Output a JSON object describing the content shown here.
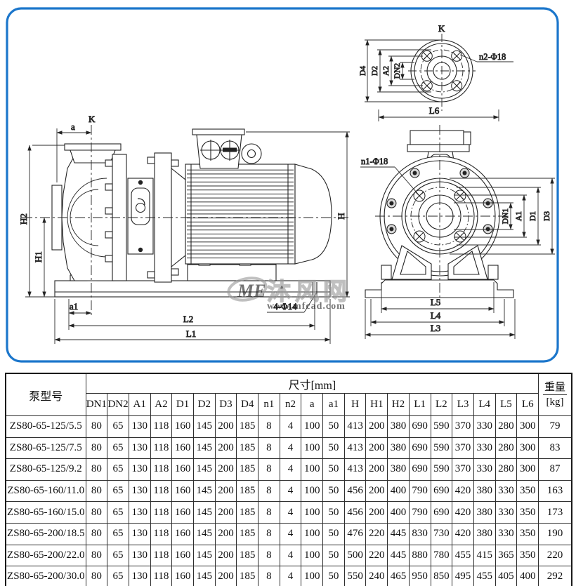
{
  "drawing": {
    "side_view": {
      "k": "K",
      "a": "a",
      "h2": "H2",
      "h1": "H1",
      "h": "H",
      "a1": "a1",
      "l2": "L2",
      "l1": "L1",
      "holes": "4-Φ14"
    },
    "flange_view": {
      "k": "K",
      "d4": "D4",
      "d2": "D2",
      "a2": "A2",
      "dn2": "DN2",
      "holes": "n2-Φ18",
      "l6": "L6"
    },
    "front_view": {
      "holes": "n1-Φ18",
      "dn1": "DN1",
      "a1": "A1",
      "d1": "D1",
      "d3": "D3",
      "l5": "L5",
      "l4": "L4",
      "l3": "L3"
    },
    "watermark": {
      "logo": "ME",
      "brand": "沐风网",
      "site": "www.mfcad.com"
    },
    "border_color": "#1b76cb"
  },
  "table": {
    "model_header": "泵型号",
    "size_header": "尺寸[mm]",
    "weight_header": "重量",
    "weight_unit": "[kg]",
    "columns": [
      "DN1",
      "DN2",
      "A1",
      "A2",
      "D1",
      "D2",
      "D3",
      "D4",
      "n1",
      "n2",
      "a",
      "a1",
      "H",
      "H1",
      "H2",
      "L1",
      "L2",
      "L3",
      "L4",
      "L5",
      "L6"
    ],
    "rows": [
      {
        "model": "ZS80-65-125/5.5",
        "values": [
          "80",
          "65",
          "130",
          "118",
          "160",
          "145",
          "200",
          "185",
          "8",
          "4",
          "100",
          "50",
          "413",
          "200",
          "380",
          "690",
          "590",
          "370",
          "330",
          "280",
          "300"
        ],
        "weight": "79"
      },
      {
        "model": "ZS80-65-125/7.5",
        "values": [
          "80",
          "65",
          "130",
          "118",
          "160",
          "145",
          "200",
          "185",
          "8",
          "4",
          "100",
          "50",
          "413",
          "200",
          "380",
          "690",
          "590",
          "370",
          "330",
          "280",
          "300"
        ],
        "weight": "83"
      },
      {
        "model": "ZS80-65-125/9.2",
        "values": [
          "80",
          "65",
          "130",
          "118",
          "160",
          "145",
          "200",
          "185",
          "8",
          "4",
          "100",
          "50",
          "413",
          "200",
          "380",
          "690",
          "590",
          "370",
          "330",
          "280",
          "300"
        ],
        "weight": "87"
      },
      {
        "model": "ZS80-65-160/11.0",
        "values": [
          "80",
          "65",
          "130",
          "118",
          "160",
          "145",
          "200",
          "185",
          "8",
          "4",
          "100",
          "50",
          "456",
          "200",
          "400",
          "790",
          "690",
          "420",
          "380",
          "330",
          "350"
        ],
        "weight": "163"
      },
      {
        "model": "ZS80-65-160/15.0",
        "values": [
          "80",
          "65",
          "130",
          "118",
          "160",
          "145",
          "200",
          "185",
          "8",
          "4",
          "100",
          "50",
          "456",
          "200",
          "400",
          "790",
          "690",
          "420",
          "380",
          "330",
          "350"
        ],
        "weight": "173"
      },
      {
        "model": "ZS80-65-200/18.5",
        "values": [
          "80",
          "65",
          "130",
          "118",
          "160",
          "145",
          "200",
          "185",
          "8",
          "4",
          "100",
          "50",
          "476",
          "220",
          "445",
          "830",
          "730",
          "420",
          "380",
          "330",
          "350"
        ],
        "weight": "190"
      },
      {
        "model": "ZS80-65-200/22.0",
        "values": [
          "80",
          "65",
          "130",
          "118",
          "160",
          "145",
          "200",
          "185",
          "8",
          "4",
          "100",
          "50",
          "500",
          "220",
          "445",
          "880",
          "780",
          "455",
          "415",
          "365",
          "350"
        ],
        "weight": "220"
      },
      {
        "model": "ZS80-65-200/30.0",
        "values": [
          "80",
          "65",
          "130",
          "118",
          "160",
          "145",
          "200",
          "185",
          "8",
          "4",
          "100",
          "50",
          "550",
          "240",
          "465",
          "950",
          "850",
          "495",
          "455",
          "405",
          "400"
        ],
        "weight": "292"
      }
    ]
  }
}
